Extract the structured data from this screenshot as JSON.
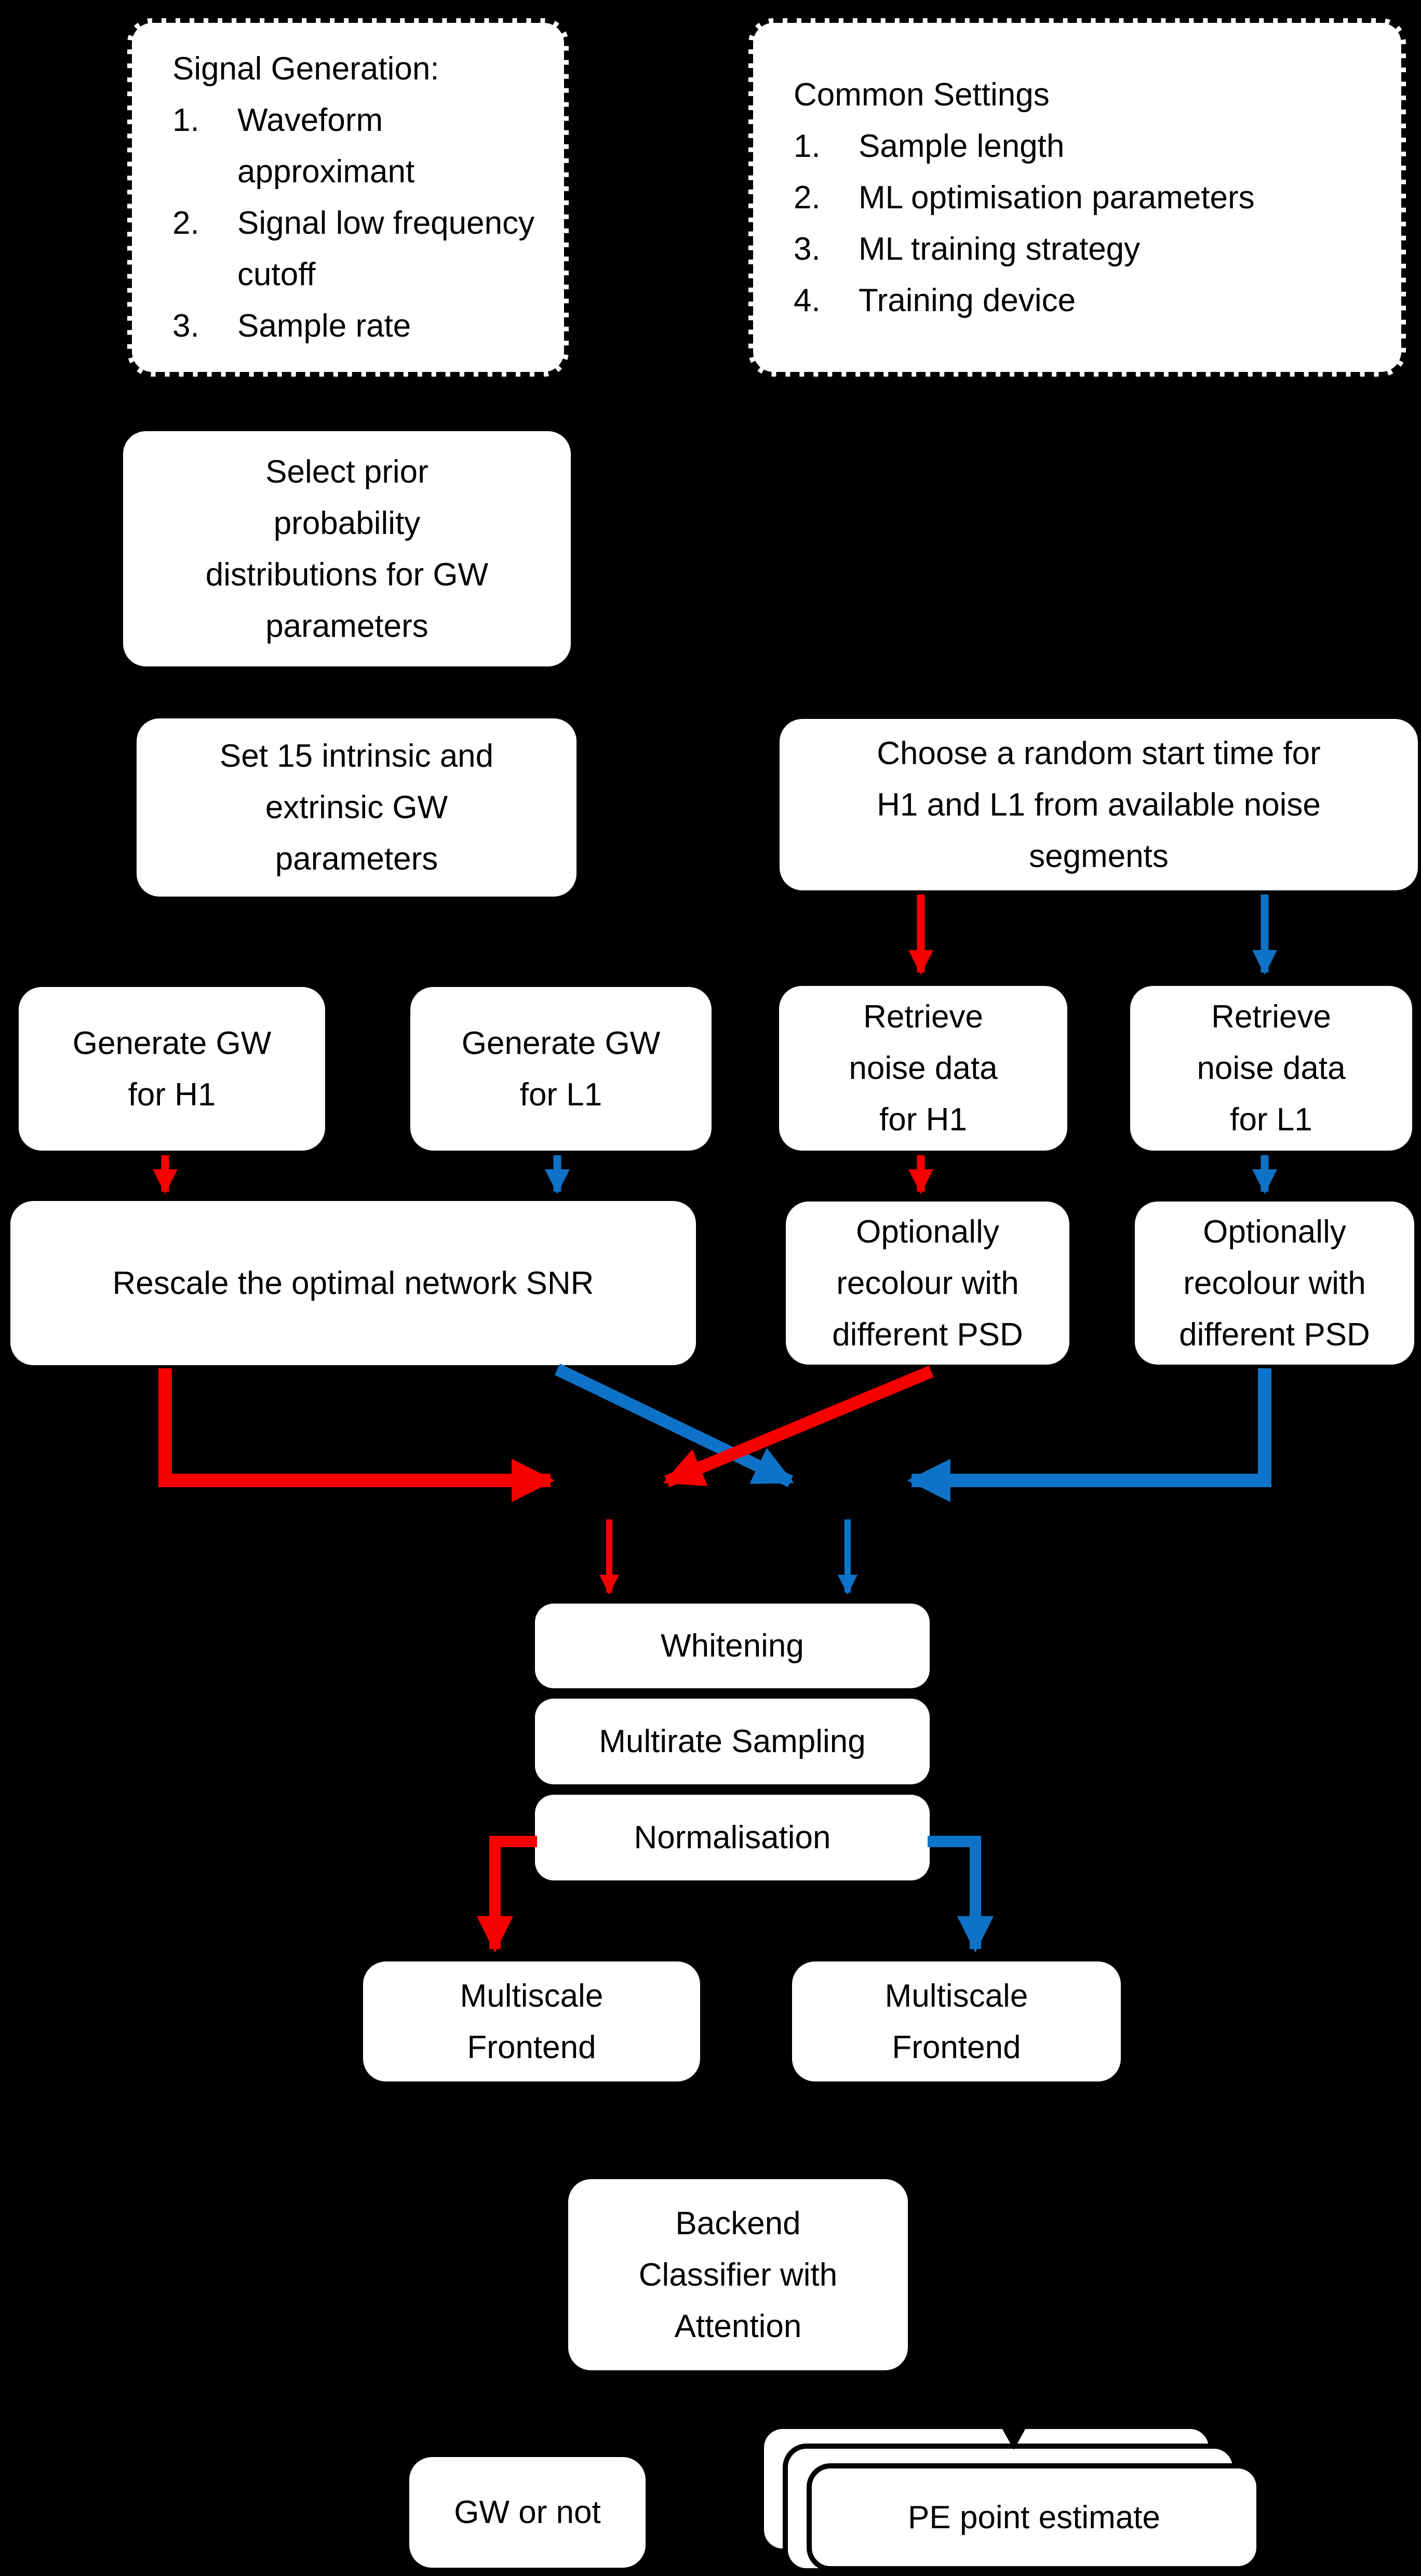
{
  "colors": {
    "background": "#000000",
    "box_fill": "#FFFFFF",
    "box_text": "#000000",
    "arrow_red": "#F80000",
    "arrow_blue": "#0E73C8"
  },
  "nodes": {
    "signal_generation": {
      "title": "Signal Generation:",
      "items": [
        {
          "num": "1.",
          "text": "Waveform approximant"
        },
        {
          "num": "2.",
          "text": "Signal low frequency cutoff"
        },
        {
          "num": "3.",
          "text": "Sample rate"
        }
      ]
    },
    "common_settings": {
      "title": "Common Settings",
      "items": [
        {
          "num": "1.",
          "text": "Sample length"
        },
        {
          "num": "2.",
          "text": "ML optimisation parameters"
        },
        {
          "num": "3.",
          "text": "ML training strategy"
        },
        {
          "num": "4.",
          "text": "Training device"
        }
      ]
    },
    "select_prior": {
      "lines": [
        "Select prior",
        "probability",
        "distributions for GW",
        "parameters"
      ]
    },
    "set_parameters": {
      "lines": [
        "Set 15 intrinsic and",
        "extrinsic GW",
        "parameters"
      ]
    },
    "choose_start": {
      "lines": [
        "Choose a random start time for",
        "H1 and L1 from available noise",
        "segments"
      ]
    },
    "generate_h1": {
      "lines": [
        "Generate GW",
        "for H1"
      ]
    },
    "generate_l1": {
      "lines": [
        "Generate GW",
        "for L1"
      ]
    },
    "retrieve_h1": {
      "lines": [
        "Retrieve",
        "noise data",
        "for H1"
      ]
    },
    "retrieve_l1": {
      "lines": [
        "Retrieve",
        "noise data",
        "for L1"
      ]
    },
    "rescale_snr": {
      "lines": [
        "Rescale the optimal network SNR"
      ]
    },
    "recolour_h1": {
      "lines": [
        "Optionally",
        "recolour with",
        "different PSD"
      ]
    },
    "recolour_l1": {
      "lines": [
        "Optionally",
        "recolour with",
        "different PSD"
      ]
    },
    "whitening": {
      "lines": [
        "Whitening"
      ]
    },
    "multirate": {
      "lines": [
        "Multirate Sampling"
      ]
    },
    "normalisation": {
      "lines": [
        "Normalisation"
      ]
    },
    "multiscale_left": {
      "lines": [
        "Multiscale",
        "Frontend"
      ]
    },
    "multiscale_right": {
      "lines": [
        "Multiscale",
        "Frontend"
      ]
    },
    "backend": {
      "lines": [
        "Backend",
        "Classifier with",
        "Attention"
      ]
    },
    "gw_or_not": {
      "lines": [
        "GW or not"
      ]
    },
    "pe_estimate": {
      "lines": [
        "PE point estimate"
      ]
    }
  }
}
